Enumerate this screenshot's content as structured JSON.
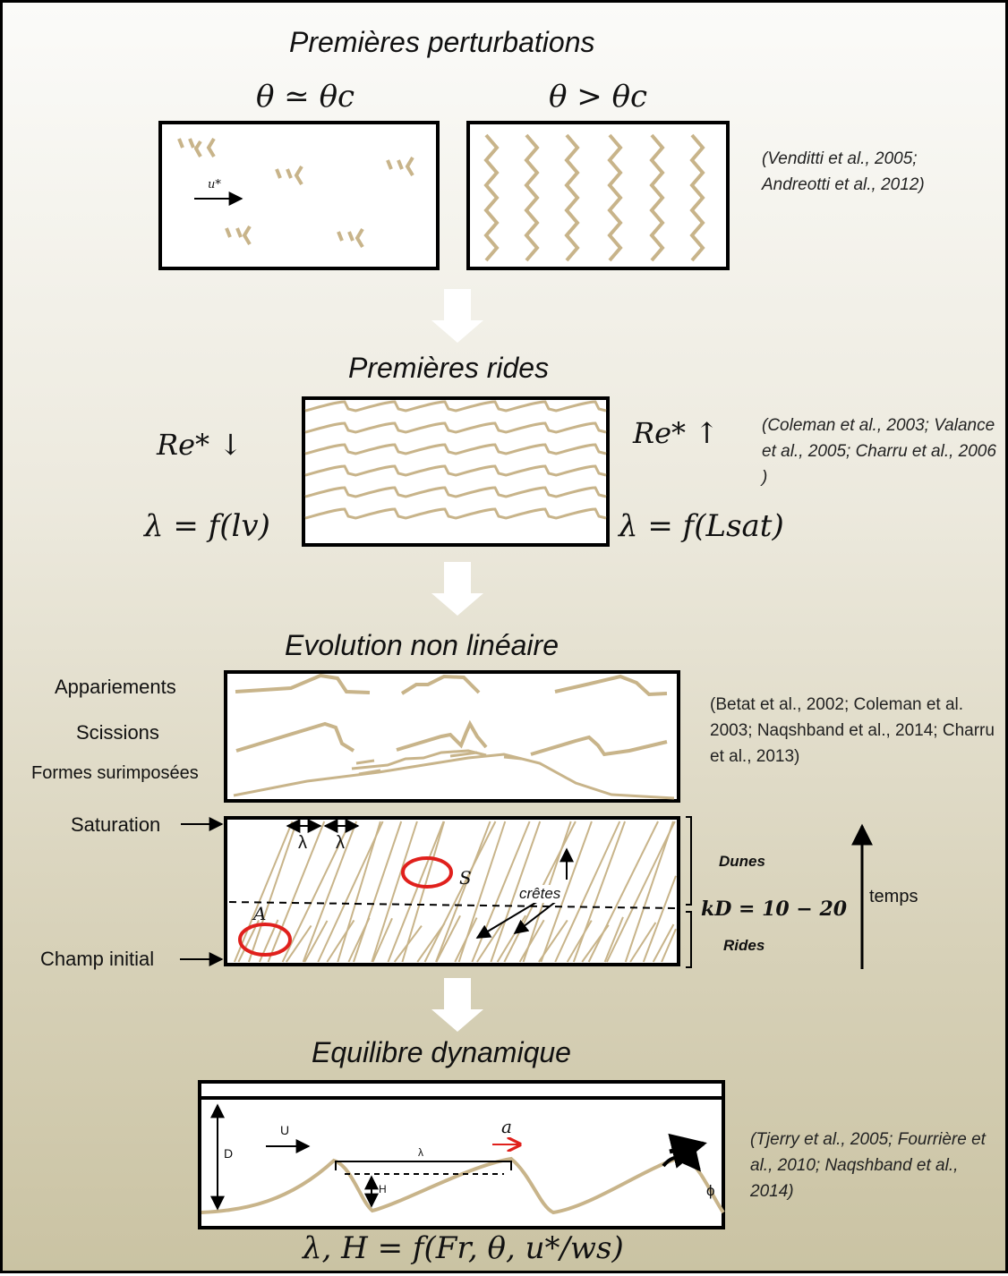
{
  "section1": {
    "title": "Premières perturbations",
    "left_label": "θ ≃ θc",
    "right_label": "θ > θc",
    "ustar": "u*",
    "ref": "(Venditti et al., 2005; Andreotti et al., 2012)"
  },
  "section2": {
    "title": "Premières rides",
    "re_down": "Re* ↓",
    "re_up": "Re* ↑",
    "lambda_left": "λ = f(lv)",
    "lambda_right": "λ = f(Lsat)",
    "ref": "(Coleman et al., 2003; Valance et al., 2005; Charru et al., 2006 )"
  },
  "section3": {
    "title": "Evolution non linéaire",
    "labels": [
      "Appariements",
      "Scissions",
      "Formes surimposées"
    ],
    "saturation": "Saturation",
    "champ_initial": "Champ initial",
    "lambda1": "λ",
    "lambda2": "λ",
    "s": "S",
    "a": "A",
    "cretes": "crêtes",
    "dunes": "Dunes",
    "rides": "Rides",
    "kd": "kD = 10 − 20",
    "temps": "temps",
    "ref": "(Betat et al., 2002; Coleman et al. 2003; Naqshband et al., 2014; Charru et al., 2013)"
  },
  "section4": {
    "title": "Equilibre dynamique",
    "d": "D",
    "u": "U",
    "lambda": "λ",
    "a": "a",
    "h": "H",
    "phi": "ϕ",
    "formula": "λ, H = f(Fr, θ, u*/ws)",
    "ref": "(Tjerry et al., 2005; Fourrière et al., 2010; Naqshband et al., 2014)"
  },
  "colors": {
    "sand": "#c8b48a",
    "red": "#e0201c",
    "arrow": "#ffffff"
  }
}
